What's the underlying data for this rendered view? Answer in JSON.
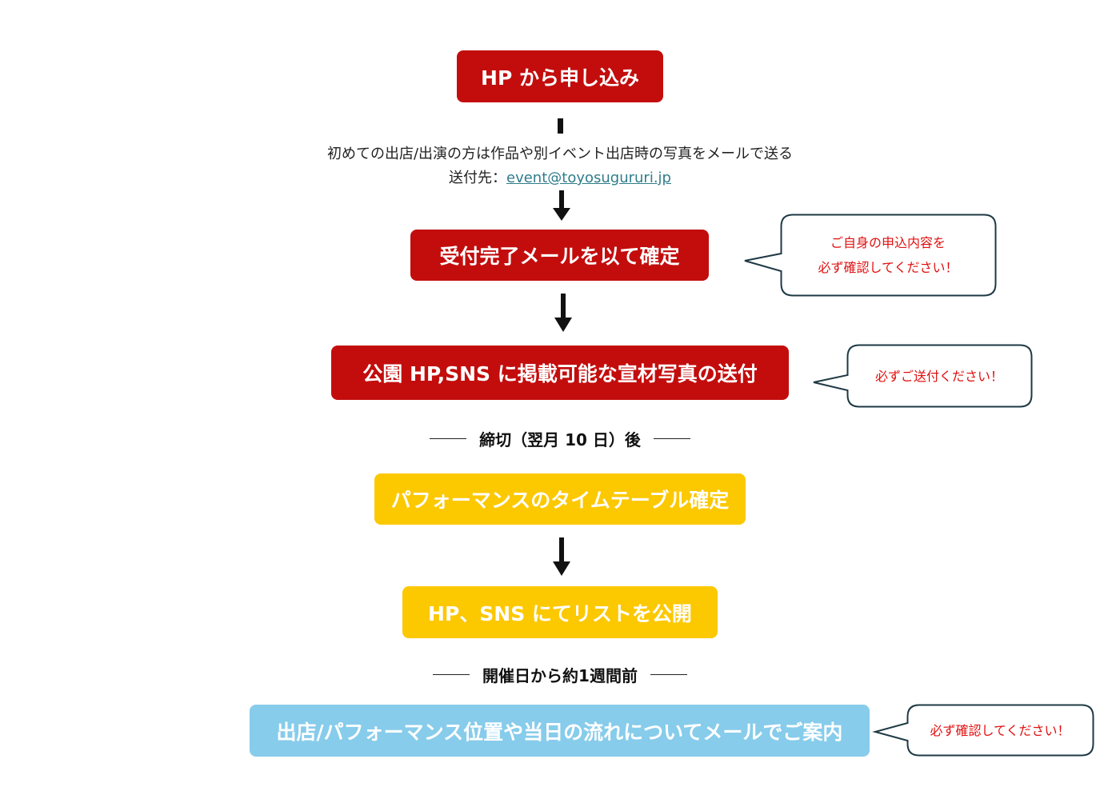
{
  "colors": {
    "red": "#c30d0d",
    "yellow": "#fcc800",
    "blue": "#87cceb",
    "bubble_border": "#1e3944",
    "bubble_text": "#e01010"
  },
  "steps": {
    "apply": "HP から申し込み",
    "note_line1": "初めての出店/出演の方は作品や別イベント出店時の写真をメールで送る",
    "note_prefix": "送付先：",
    "note_email": "event@toyosugururi.jp",
    "confirm": "受付完了メールを以て確定",
    "photos": "公園 HP,SNS に掲載可能な宣材写真の送付",
    "timetable": "パフォーマンスのタイムテーブル確定",
    "publish": "HP、SNS にてリストを公開",
    "guide": "出店/パフォーマンス位置や当日の流れについてメールでご案内"
  },
  "dividers": {
    "deadline": "締切（翌月 10 日）後",
    "week_before": "開催日から約1週間前"
  },
  "callouts": {
    "confirm_line1": "ご自身の申込内容を",
    "confirm_line2": "必ず確認してください！",
    "photos": "必ずご送付ください！",
    "guide": "必ず確認してください！"
  }
}
